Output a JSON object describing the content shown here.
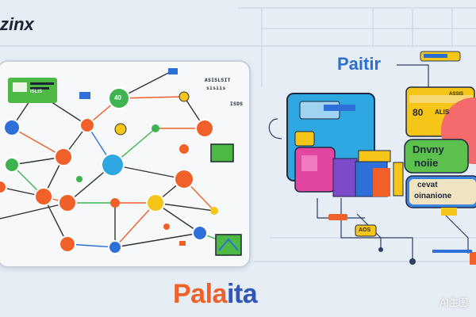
{
  "brand": {
    "text": "zinx"
  },
  "left_panel": {
    "caption_line1": "ASISLSIT",
    "caption_line2": "sisiis",
    "caption_line3": "ISDS",
    "green_card_label": "ISLIS",
    "node_label": "40"
  },
  "right_scene": {
    "title": "Paitir",
    "top_tag": "ASSIS",
    "card1_label": "80",
    "card1_sublabel": "ALIS",
    "card2_line1": "Dnvny",
    "card2_line2": "noiie",
    "card3_line1": "cevat",
    "card3_line2": "oinanione",
    "small_tag": "AOS"
  },
  "bottom_title": {
    "part1": "Pala",
    "part2": "ita"
  },
  "watermark": {
    "text": "AI生图"
  },
  "colors": {
    "orange": "#f0612a",
    "blue": "#2f6fd8",
    "green": "#3fb34f",
    "yellow": "#f5c518",
    "background": "#e6edf5"
  }
}
